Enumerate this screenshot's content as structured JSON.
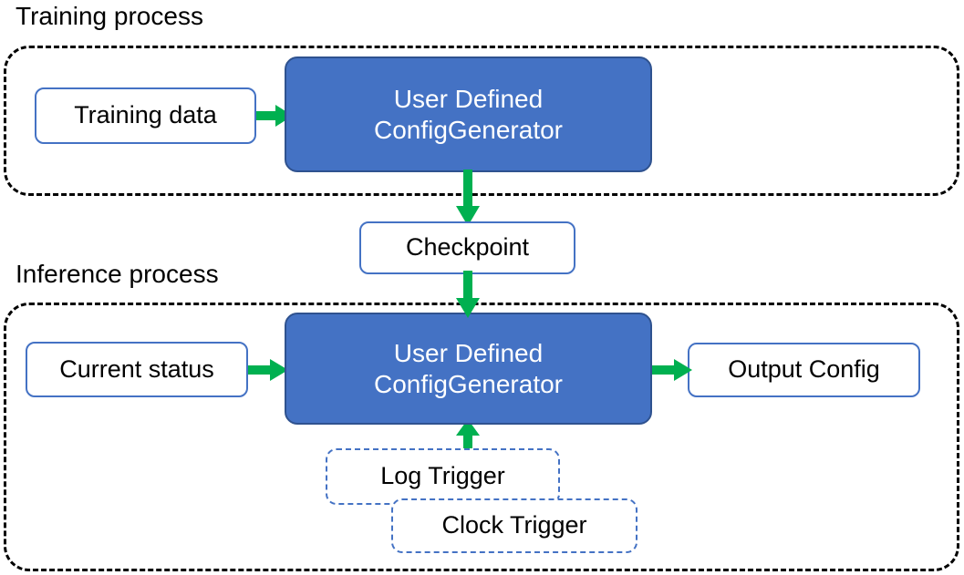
{
  "diagram": {
    "title_training": "Training process",
    "title_inference": "Inference process",
    "colors": {
      "arrow_green": "#00B050",
      "box_blue_fill": "#4472C4",
      "box_blue_border": "#2F528F",
      "outline_blue": "#4472C4",
      "container_border": "#000000",
      "text_dark": "#000000",
      "text_light": "#FFFFFF"
    }
  },
  "training_process": {
    "caption": "Training process",
    "nodes": {
      "training_data": "Training data",
      "generator_line1": "User Defined",
      "generator_line2": "ConfigGenerator"
    }
  },
  "shared": {
    "checkpoint": "Checkpoint"
  },
  "inference_process": {
    "caption": "Inference process",
    "nodes": {
      "current_status": "Current status",
      "generator_line1": "User Defined",
      "generator_line2": "ConfigGenerator",
      "output_config": "Output Config",
      "log_trigger": "Log Trigger",
      "clock_trigger": "Clock Trigger"
    }
  },
  "edges": [
    {
      "name": "training-data-to-generator",
      "from": "Training data",
      "to": "User Defined ConfigGenerator",
      "direction": "right"
    },
    {
      "name": "generator-to-checkpoint",
      "from": "User Defined ConfigGenerator",
      "to": "Checkpoint",
      "direction": "down"
    },
    {
      "name": "checkpoint-to-generator",
      "from": "Checkpoint",
      "to": "User Defined ConfigGenerator",
      "direction": "down"
    },
    {
      "name": "current-status-to-generator",
      "from": "Current status",
      "to": "User Defined ConfigGenerator",
      "direction": "right"
    },
    {
      "name": "generator-to-output-config",
      "from": "User Defined ConfigGenerator",
      "to": "Output Config",
      "direction": "right"
    },
    {
      "name": "triggers-to-generator",
      "from": "Log Trigger / Clock Trigger",
      "to": "User Defined ConfigGenerator",
      "direction": "up"
    }
  ]
}
